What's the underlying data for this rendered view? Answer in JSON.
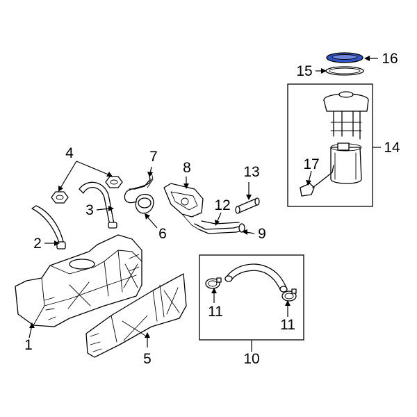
{
  "callouts": {
    "c1": "1",
    "c2": "2",
    "c3": "3",
    "c4": "4",
    "c5": "5",
    "c6": "6",
    "c7": "7",
    "c8": "8",
    "c9": "9",
    "c10": "10",
    "c11a": "11",
    "c11b": "11",
    "c12": "12",
    "c13": "13",
    "c14": "14",
    "c15": "15",
    "c16": "16",
    "c17": "17"
  },
  "colors": {
    "highlight": "#2f52c4",
    "line": "#000000",
    "background": "#ffffff"
  }
}
